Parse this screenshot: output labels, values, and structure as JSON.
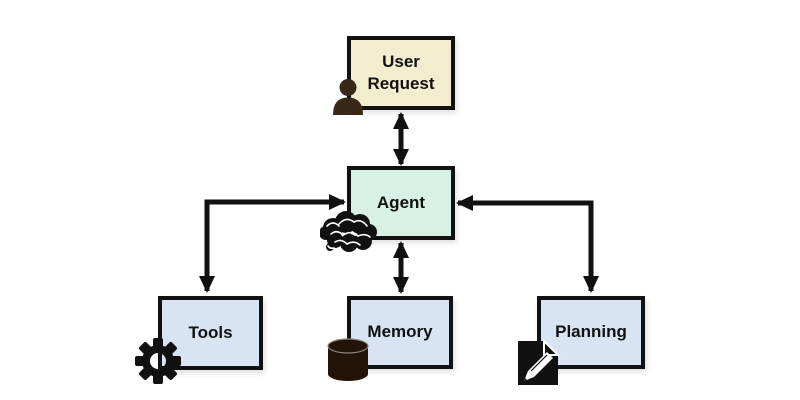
{
  "nodes": {
    "user_request": {
      "label": "User Request",
      "icon": "person-icon",
      "fill": "#f2edce"
    },
    "agent": {
      "label": "Agent",
      "icon": "brain-icon",
      "fill": "#d8f1e5"
    },
    "tools": {
      "label": "Tools",
      "icon": "gear-icon",
      "fill": "#d8e4f3"
    },
    "memory": {
      "label": "Memory",
      "icon": "database-icon",
      "fill": "#d8e4f3"
    },
    "planning": {
      "label": "Planning",
      "icon": "document-pencil-icon",
      "fill": "#d8e4f3"
    }
  },
  "edges": [
    {
      "from": "user_request",
      "to": "agent",
      "arrows": "both",
      "shape": "straight-vertical"
    },
    {
      "from": "agent",
      "to": "tools",
      "arrows": "both",
      "shape": "elbow"
    },
    {
      "from": "agent",
      "to": "memory",
      "arrows": "both",
      "shape": "straight-vertical"
    },
    {
      "from": "agent",
      "to": "planning",
      "arrows": "both",
      "shape": "elbow"
    }
  ],
  "colors": {
    "canvas": "#ffffff",
    "line": "#111111",
    "user-fill": "#f2edce",
    "agent-fill": "#d8f1e5",
    "support-fill": "#d8e4f3",
    "person": "#3a2817",
    "database": "#241408"
  }
}
